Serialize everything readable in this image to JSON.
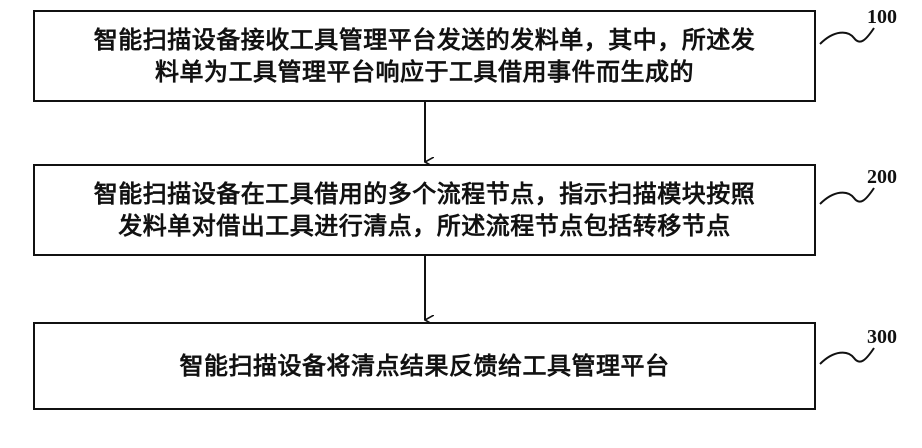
{
  "steps": [
    {
      "id": "100",
      "text_lines": [
        "智能扫描设备接收工具管理平台发送的发料单，其中，所述发",
        "料单为工具管理平台响应于工具借用事件而生成的"
      ]
    },
    {
      "id": "200",
      "text_lines": [
        "智能扫描设备在工具借用的多个流程节点，指示扫描模块按照",
        "发料单对借出工具进行清点，所述流程节点包括转移节点"
      ]
    },
    {
      "id": "300",
      "text_lines": [
        "智能扫描设备将清点结果反馈给工具管理平台"
      ]
    }
  ]
}
